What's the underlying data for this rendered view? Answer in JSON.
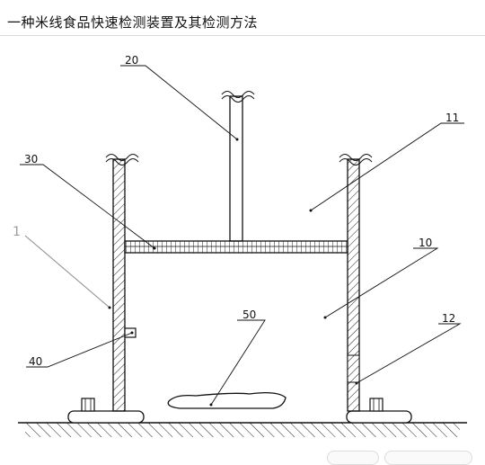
{
  "page": {
    "title": "一种米线食品快速检测装置及其检测方法"
  },
  "figure": {
    "reference_labels": [
      "20",
      "11",
      "30",
      "1",
      "10",
      "50",
      "12",
      "40"
    ]
  }
}
